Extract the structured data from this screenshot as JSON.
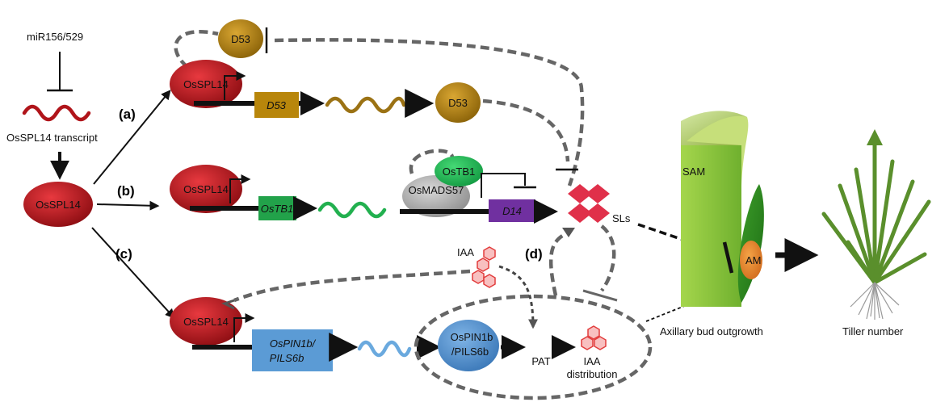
{
  "labels": {
    "mirna": "miR156/529",
    "transcript": "OsSPL14 transcript",
    "spl14_center": "OsSPL14",
    "spl14_a": "OsSPL14",
    "spl14_b": "OsSPL14",
    "spl14_c": "OsSPL14",
    "path_a": "(a)",
    "path_b": "(b)",
    "path_c": "(c)",
    "path_d": "(d)",
    "d53_top": "D53",
    "d53_gene": "D53",
    "d53_protein": "D53",
    "ostb1_gene": "OsTB1",
    "ostb1_protein": "OsTB1",
    "osmads57": "OsMADS57",
    "d14_gene": "D14",
    "sls": "SLs",
    "iaa_top": "IAA",
    "pin_gene_line1": "OsPIN1b/",
    "pin_gene_line2": "PILS6b",
    "pin_protein_line1": "OsPIN1b",
    "pin_protein_line2": "/PILS6b",
    "pat": "PAT",
    "iaa_dist_line1": "IAA",
    "iaa_dist_line2": "distribution",
    "sam": "SAM",
    "am": "AM",
    "bud_caption": "Axillary bud outgrowth",
    "tiller_caption": "Tiller number"
  },
  "colors": {
    "spl14": "#c0141a",
    "d53": "#b8860b",
    "ostb1_box": "#22a24a",
    "ostb1_protein": "#2ebf5a",
    "d14_box": "#7030a0",
    "pin_box": "#5b9bd5",
    "sls": "#e0304a",
    "iaa": "#f06a6a",
    "bud": "#8cc63f",
    "am": "#e87f2a",
    "tiller": "#5a8f2c"
  }
}
